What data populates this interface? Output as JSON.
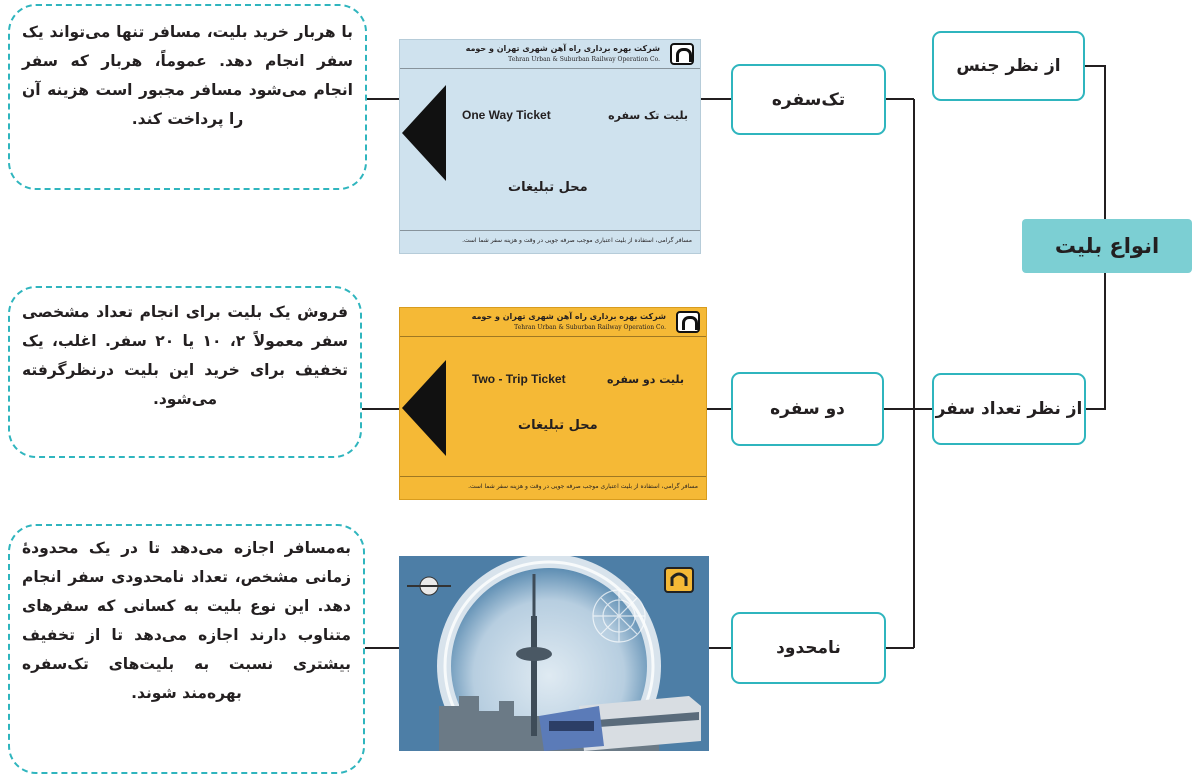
{
  "root": {
    "label": "انواع بليت"
  },
  "categories": {
    "by_gender": "از نظر جنس",
    "by_trips": "از نظر تعداد سفر"
  },
  "types": [
    {
      "label": "تک‌سفره",
      "description": "با هربار خرید بلیت، مسافر تنها می‌تواند یک سفر انجام دهد. عموماً، هربار که سفر انجام می‌شود مسافر مجبور است هزینه آن را پرداخت کند.",
      "ticket": {
        "company_fa": "شرکت بهره برداری راه آهن شهری تهران و حومه",
        "company_en": "Tehran Urban & Suburban Railway Operation Co.",
        "name_en": "One Way Ticket",
        "name_fa": "بلیت تک سفره",
        "ad_area": "محل تبلیغات",
        "footer": "مسافر گرامی، استفاده از بلیت اعتباری موجب صرفه جویی در وقت و هزینه سفر شما است."
      }
    },
    {
      "label": "دو سفره",
      "description": "فروش یک بلیت برای انجام تعداد مشخصی سفر معمولاً ۲، ۱۰ یا ۲۰ سفر. اغلب، یک تخفیف برای خرید این بلیت درنظرگرفته می‌شود.",
      "ticket": {
        "company_fa": "شرکت بهره برداری راه آهن شهری تهران و حومه",
        "company_en": "Tehran Urban & Suburban Railway Operation Co.",
        "name_en": "Two - Trip Ticket",
        "name_fa": "بلیت دو سفره",
        "ad_area": "محل تبلیغات",
        "footer": "مسافر گرامی، استفاده از بلیت اعتباری موجب صرفه جویی در وقت و هزینه سفر شما است."
      }
    },
    {
      "label": "نامحدود",
      "description": "به‌مسافر اجازه می‌دهد تا در یک محدودهٔ زمانی مشخص، تعداد نامحدودی سفر انجام دهد. این نوع بلیت به کسانی که سفرهای متناوب دارند اجازه می‌دهد تا از تخفیف بیشتری نسبت به بلیت‌های تک‌سفره بهره‌مند شوند."
    }
  ],
  "colors": {
    "accent": "#2fb5be",
    "root_fill": "#7ccfd3",
    "line": "#231f20",
    "ticket_blue": "#cfe2ee",
    "ticket_yellow": "#f5b936"
  }
}
